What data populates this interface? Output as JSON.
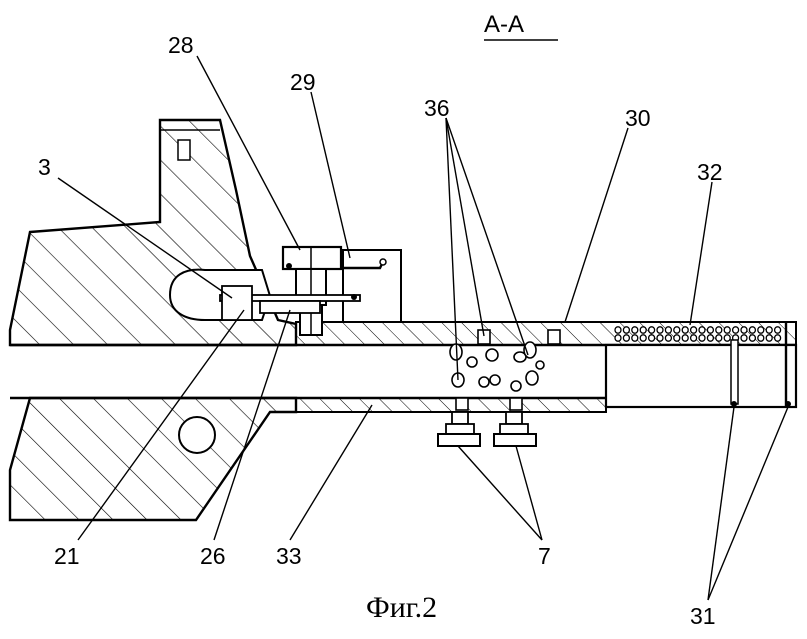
{
  "section_label": "A-A",
  "caption": "Фиг.2",
  "labels": {
    "l3": "3",
    "l28": "28",
    "l29": "29",
    "l36": "36",
    "l30": "30",
    "l32": "32",
    "l21": "21",
    "l26": "26",
    "l33": "33",
    "l7": "7",
    "l31": "31"
  }
}
